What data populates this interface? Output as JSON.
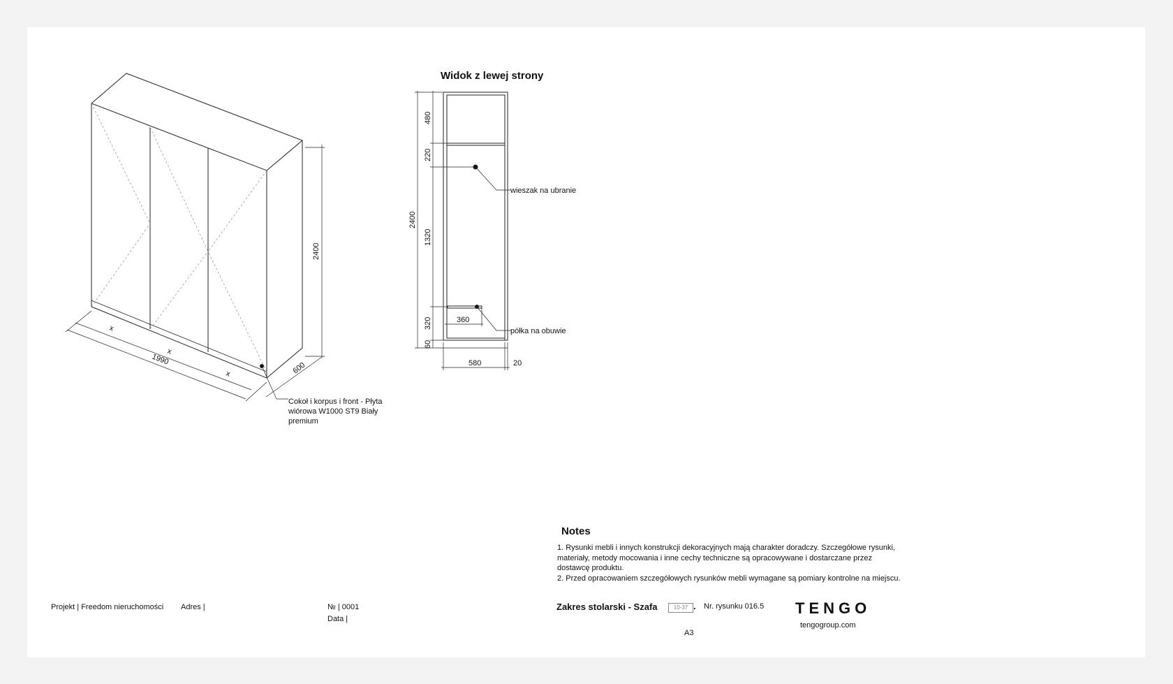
{
  "iso_view": {
    "dims": {
      "height": "2400",
      "width": "1990",
      "depth": "600",
      "door": "x"
    },
    "material_label": [
      "Cokoł i korpus i front - Płyta",
      "wiórowa W1000 ST9 Biały",
      "premium"
    ]
  },
  "side_view": {
    "title": "Widok z lewej  strony",
    "dims": {
      "top": "480",
      "d220": "220",
      "total": "2400",
      "d1320": "1320",
      "d320": "320",
      "plinth": "60",
      "shelf_depth": "360",
      "depth": "580",
      "front": "20"
    },
    "labels": {
      "hanger": "wieszak na ubranie",
      "shoe_shelf": "półka na obuwie"
    }
  },
  "notes": {
    "title": "Notes",
    "items": [
      "1. Rysunki mebli i innych konstrukcji dekoracyjnych mają charakter doradczy. Szczegółowe rysunki, materiały, metody mocowania i inne cechy techniczne są opracowywane i dostarczane przez dostawcę produktu.",
      "2. Przed opracowaniem szczegółowych rysunków mebli wymagane są pomiary kontrolne na miejscu."
    ]
  },
  "title_block": {
    "project": "Projekt |  Freedom nieruchomości",
    "address": "Adres |",
    "number": "№ |  0001",
    "date": "Data |",
    "scope": "Zakres stolarski - Szafa",
    "code": "10-37",
    "dot": ".",
    "drawing_no": "Nr. rysunku  016.5",
    "format": "A3",
    "logo": "TENGO",
    "website": "tengogroup.com"
  }
}
